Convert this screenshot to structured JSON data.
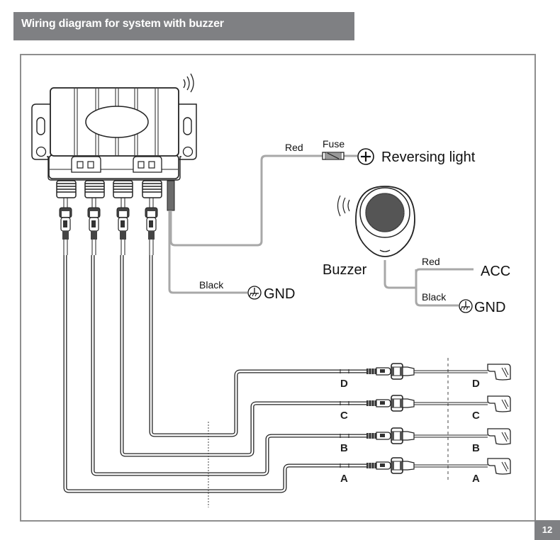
{
  "header": {
    "title": "Wiring diagram for system with buzzer"
  },
  "page_number": "12",
  "control_unit": {
    "name": "control-unit",
    "wireless_indicator": "signal-waves"
  },
  "power_wire": {
    "color_label": "Red",
    "fuse_label": "Fuse",
    "terminal_symbol": "+",
    "destination": "Reversing light"
  },
  "ground_wire": {
    "color_label": "Black",
    "destination": "GND"
  },
  "buzzer": {
    "label": "Buzzer",
    "red_label": "Red",
    "red_destination": "ACC",
    "black_label": "Black",
    "black_destination": "GND"
  },
  "sensors": [
    {
      "letter": "D"
    },
    {
      "letter": "C"
    },
    {
      "letter": "B"
    },
    {
      "letter": "A"
    }
  ],
  "colors": {
    "header_bg": "#7f8083",
    "frame": "#8e8e8e",
    "wire_gray": "#a8a8a8",
    "line": "#222222"
  }
}
